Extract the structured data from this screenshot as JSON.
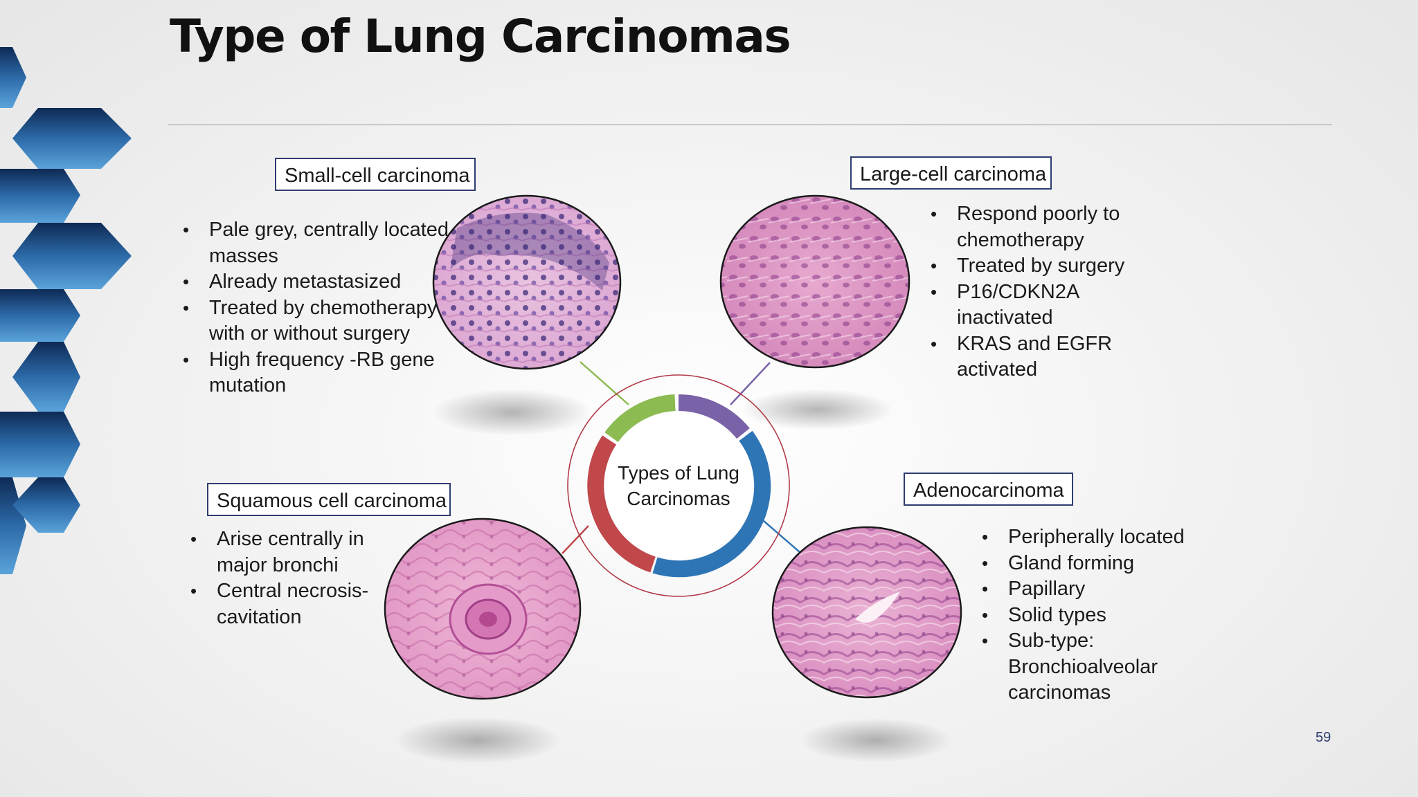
{
  "slide": {
    "title": "Type of Lung Carcinomas",
    "page_number": "59",
    "center_label": "Types of Lung Carcinomas",
    "colors": {
      "accent_blue": "#2e75b6",
      "accent_red": "#c0474a",
      "accent_green": "#8cbb52",
      "accent_purple": "#7a62a8",
      "label_border": "#2e3d70",
      "hex_dark": "#0e2a55",
      "hex_light": "#4f95cf"
    }
  },
  "small_cell": {
    "label": "Small-cell carcinoma",
    "bullets": [
      "Pale grey, centrally located masses",
      "Already metastasized",
      "Treated by chemotherapy with or without surgery",
      "High frequency -RB gene mutation"
    ]
  },
  "large_cell": {
    "label": "Large-cell carcinoma",
    "bullets": [
      "Respond poorly to chemotherapy",
      "Treated by surgery",
      "P16/CDKN2A inactivated",
      "KRAS and EGFR activated"
    ]
  },
  "squamous": {
    "label": "Squamous cell carcinoma",
    "bullets": [
      "Arise centrally in major bronchi",
      "Central necrosis-cavitation"
    ]
  },
  "adeno": {
    "label": "Adenocarcinoma",
    "bullets": [
      "Peripherally located",
      "Gland forming",
      "Papillary",
      "Solid types",
      "Sub-type: Bronchioalveolar carcinomas"
    ]
  }
}
